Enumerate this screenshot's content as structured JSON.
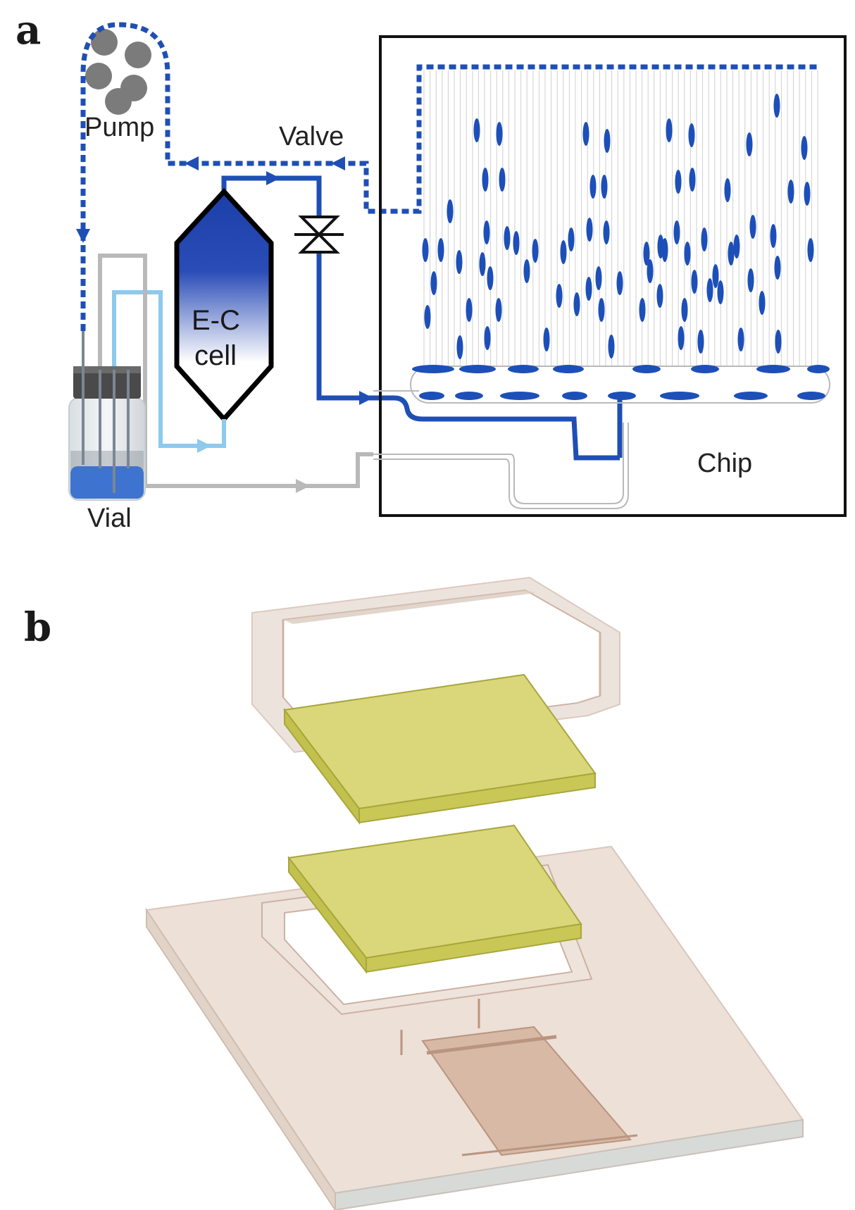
{
  "panels": {
    "a": {
      "letter": "a"
    },
    "b": {
      "letter": "b"
    }
  },
  "labels": {
    "pump": "Pump",
    "valve": "Valve",
    "ec_cell_line1": "E-C",
    "ec_cell_line2": "cell",
    "vial": "Vial",
    "chip": "Chip"
  },
  "colors": {
    "flow_blue": "#1f4fb5",
    "light_blue": "#8ec9ee",
    "gray_line": "#b9b9b9",
    "droplet": "#1d4fb8",
    "yellow_layer": "#d8d86a",
    "chip_body": "#ead8cc"
  }
}
